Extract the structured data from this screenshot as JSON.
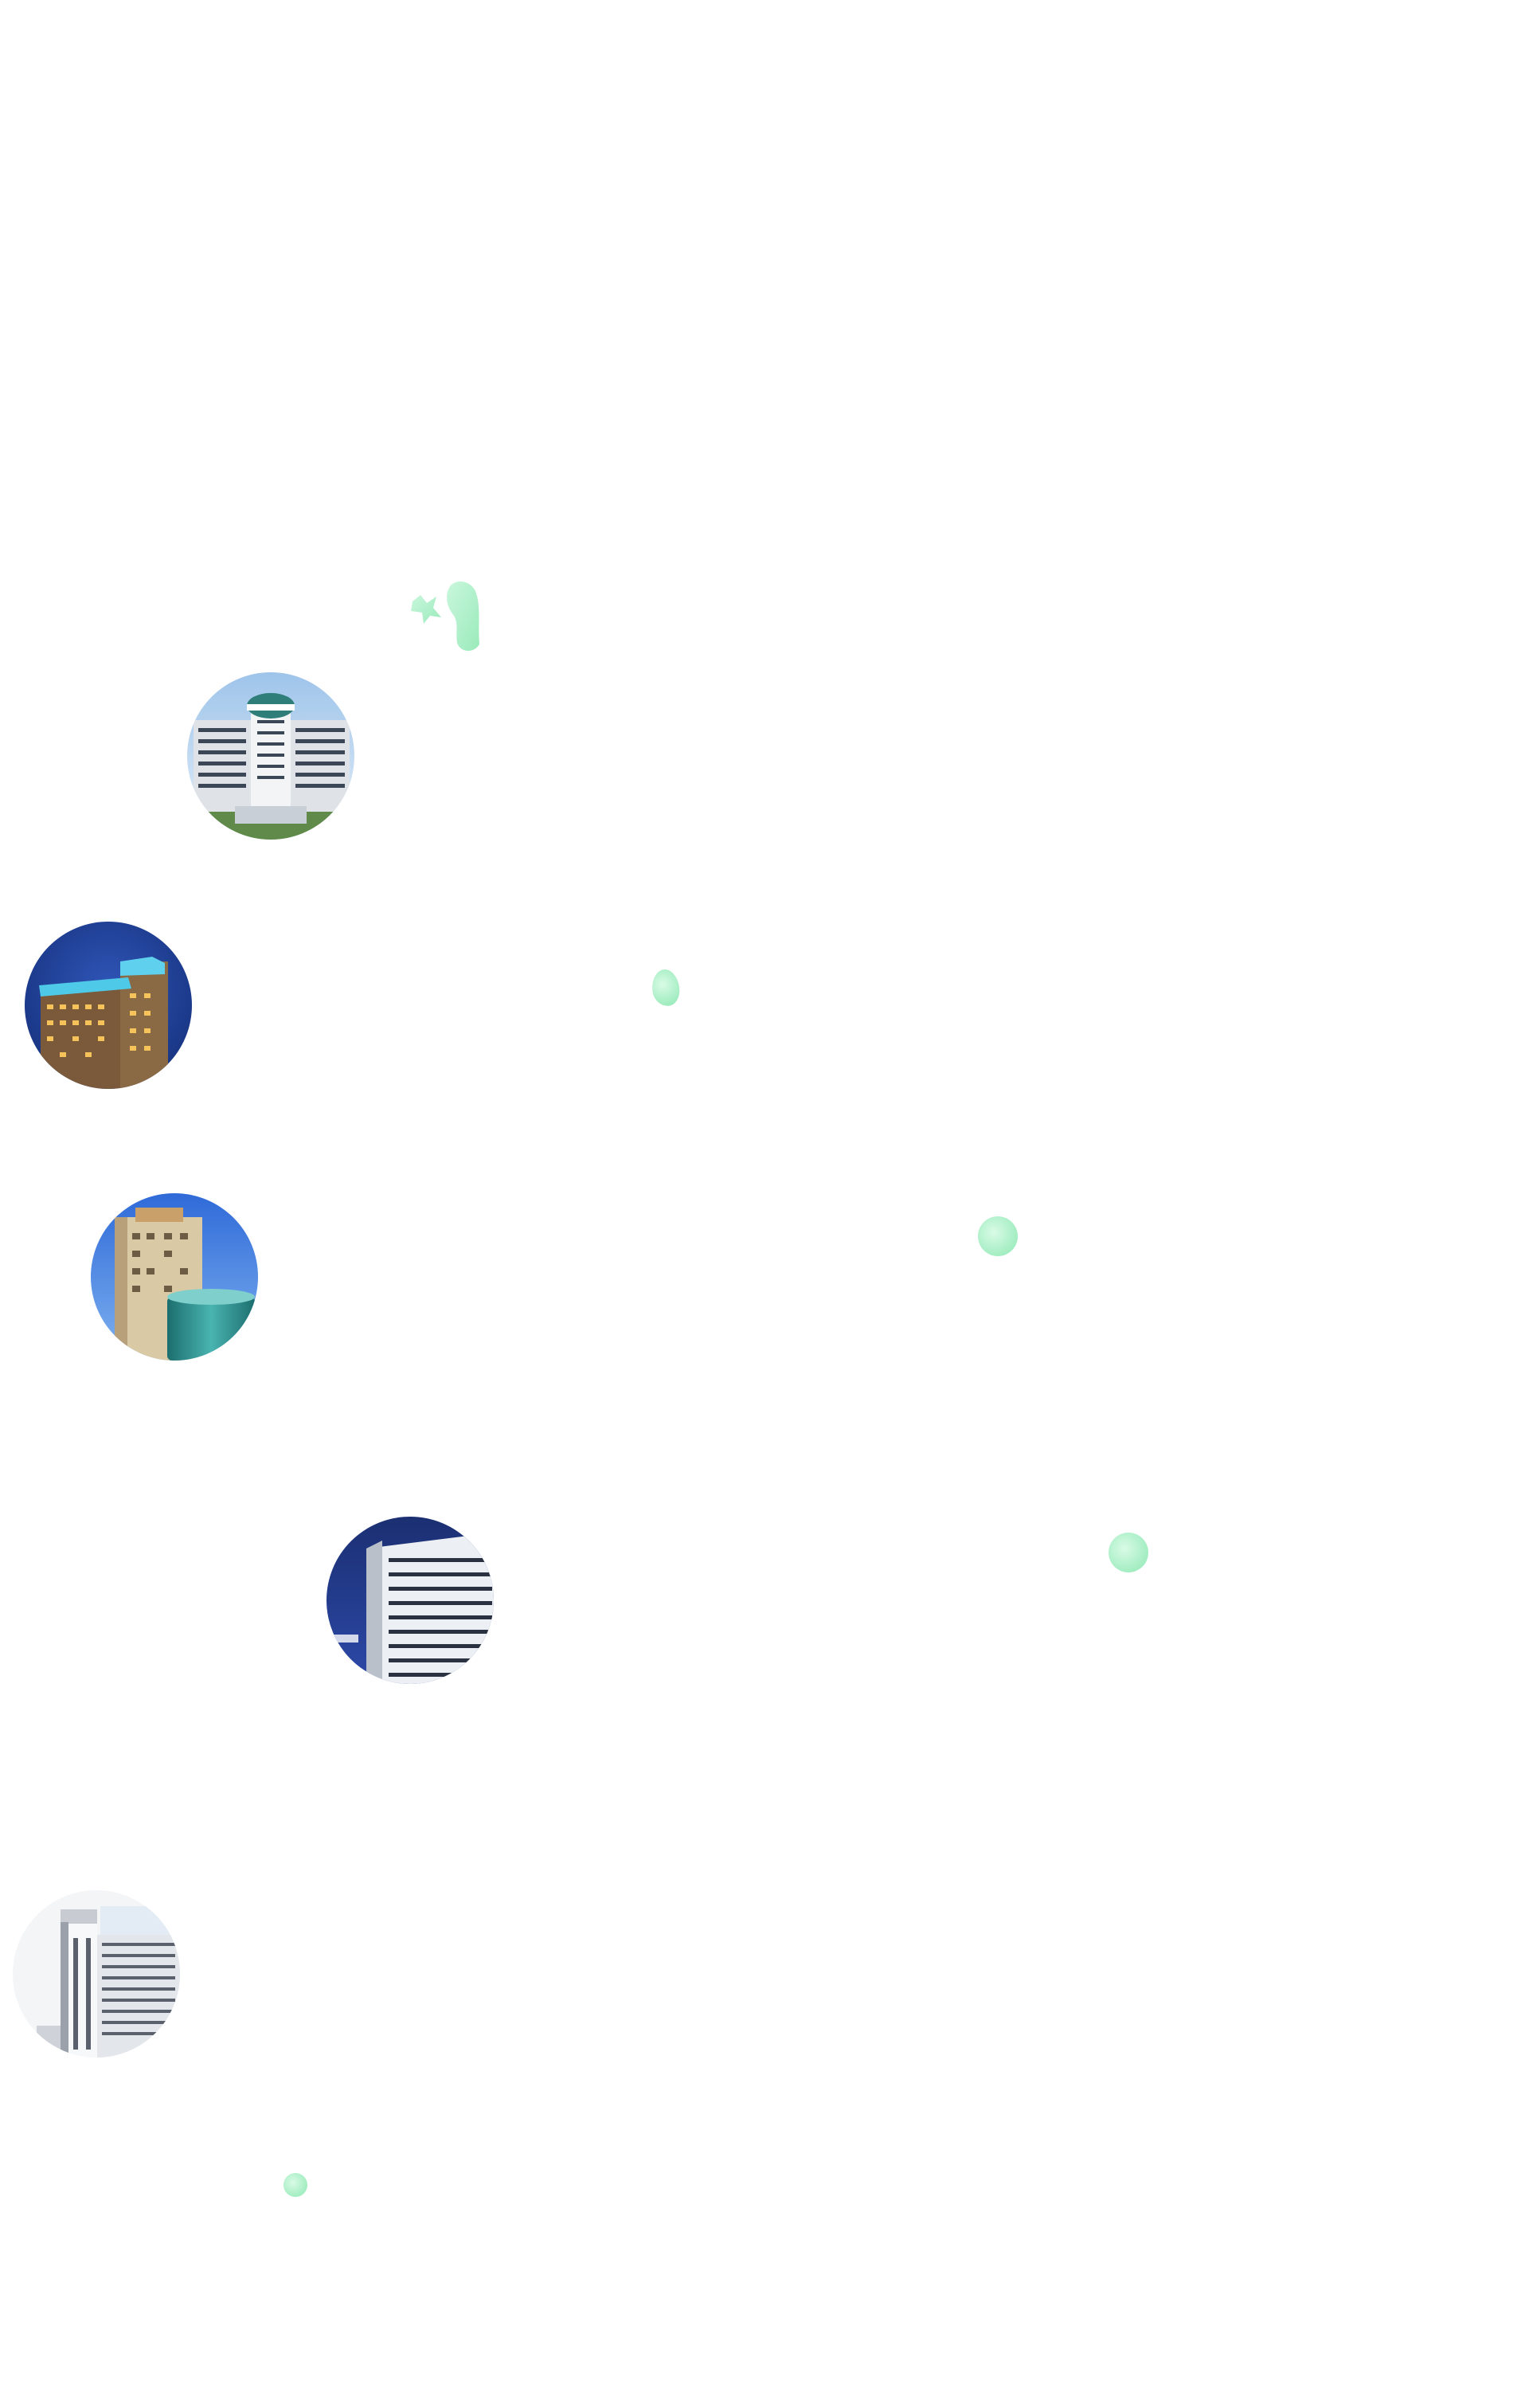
{
  "hotels": [
    {
      "id": "hotel-1",
      "icon": "hotel-building-icon"
    },
    {
      "id": "hotel-2",
      "icon": "hotel-building-icon"
    },
    {
      "id": "hotel-3",
      "icon": "hotel-building-icon"
    },
    {
      "id": "hotel-4",
      "icon": "hotel-building-icon"
    },
    {
      "id": "hotel-5",
      "icon": "hotel-building-icon"
    }
  ],
  "colors": {
    "background": "#ffffff",
    "accent_mint": "#aef0c9",
    "sky_blue": "#3a6fd8",
    "sky_dark": "#1c3a8c"
  }
}
